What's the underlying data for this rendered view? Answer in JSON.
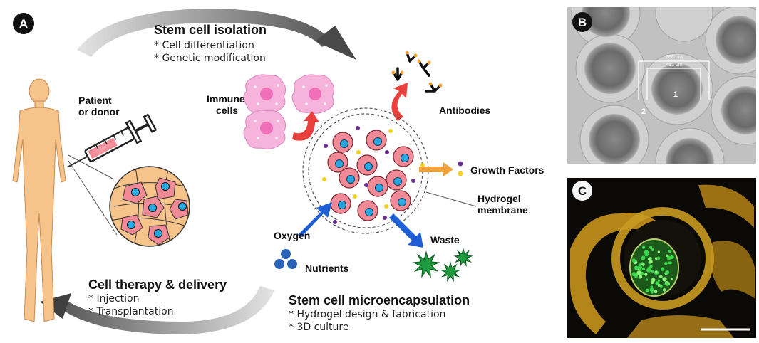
{
  "panels": {
    "a": "A",
    "b": "B",
    "c": "C"
  },
  "isolation": {
    "title": "Stem cell isolation",
    "bullets": [
      "* Cell differentiation",
      "* Genetic modification"
    ]
  },
  "therapy": {
    "title": "Cell therapy & delivery",
    "bullets": [
      "* Injection",
      "* Transplantation"
    ]
  },
  "encapsulation": {
    "title": "Stem cell microencapsulation",
    "bullets": [
      "* Hydrogel design & fabrication",
      "* 3D culture"
    ]
  },
  "labels": {
    "patient": [
      "Patient",
      "or donor"
    ],
    "immune": [
      "Immune",
      "cells"
    ],
    "antibodies": "Antibodies",
    "growth": "Growth Factors",
    "hydrogel": [
      "Hydrogel",
      "membrane"
    ],
    "oxygen": "Oxygen",
    "nutrients": "Nutrients",
    "waste": "Waste"
  },
  "micrograph_b": {
    "measure_outer": "555 μm",
    "measure_inner": "412 μm",
    "marker_1": "1",
    "marker_2": "2"
  },
  "colors": {
    "body": "#f6c38a",
    "cell": "#f08a96",
    "nucleus": "#29a8e0",
    "immune": "#f6b3dc",
    "immune_nucleus": "#ef6fb8",
    "arrow_red": "#e8403c",
    "arrow_blue": "#1f5fd6",
    "arrow_orange": "#f1a23c",
    "waste": "#1f9a3e",
    "nutrient": "#2a63b8",
    "gf_yellow": "#f2d21b",
    "gf_purple": "#6a2d91"
  }
}
